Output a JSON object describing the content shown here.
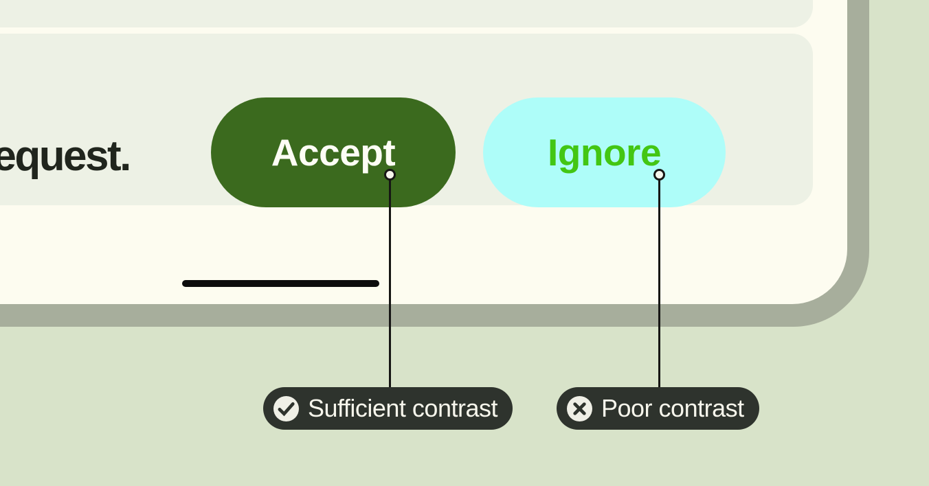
{
  "phone": {
    "message_text": "a request.",
    "accept_button": {
      "label": "Accept"
    },
    "ignore_button": {
      "label": "Ignore"
    }
  },
  "callouts": {
    "sufficient": {
      "label": "Sufficient contrast",
      "icon": "check-circle-icon"
    },
    "poor": {
      "label": "Poor contrast",
      "icon": "x-circle-icon"
    }
  },
  "colors": {
    "page_background": "#d8e3c9",
    "device_frame": "#a7ae9c",
    "device_screen": "#fdfcf0",
    "card_surface": "#edf1e5",
    "message_text": "#20251d",
    "accept_background": "#3b6a1e",
    "accept_label": "#fdfdf5",
    "ignore_background": "#aefdf9",
    "ignore_label": "#43c613",
    "divider_bar": "#0d0d0d",
    "connector": "#161614",
    "callout_background": "#2e332d",
    "callout_label": "#f7f6ec",
    "callout_icon_circle": "#efefe6"
  }
}
